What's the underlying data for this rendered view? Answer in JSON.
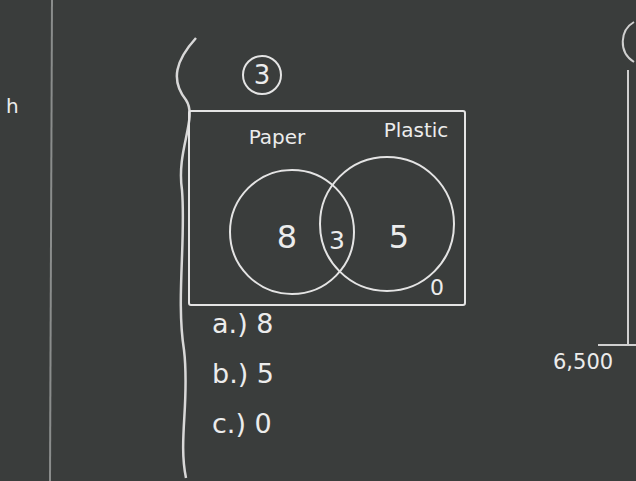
{
  "diagram": {
    "nodes": [
      {
        "text": [
          "3"
        ]
      },
      {
        "text": [
          "0"
        ]
      },
      {
        "text": [
          "Paper",
          "8"
        ],
        "in": 1
      },
      {
        "text": [
          "Plastic",
          "5"
        ],
        "in": 1
      }
    ],
    "labels": [
      "3",
      "a.) 8",
      "b.) 5",
      "c.) 0",
      "6,500",
      "h"
    ]
  }
}
